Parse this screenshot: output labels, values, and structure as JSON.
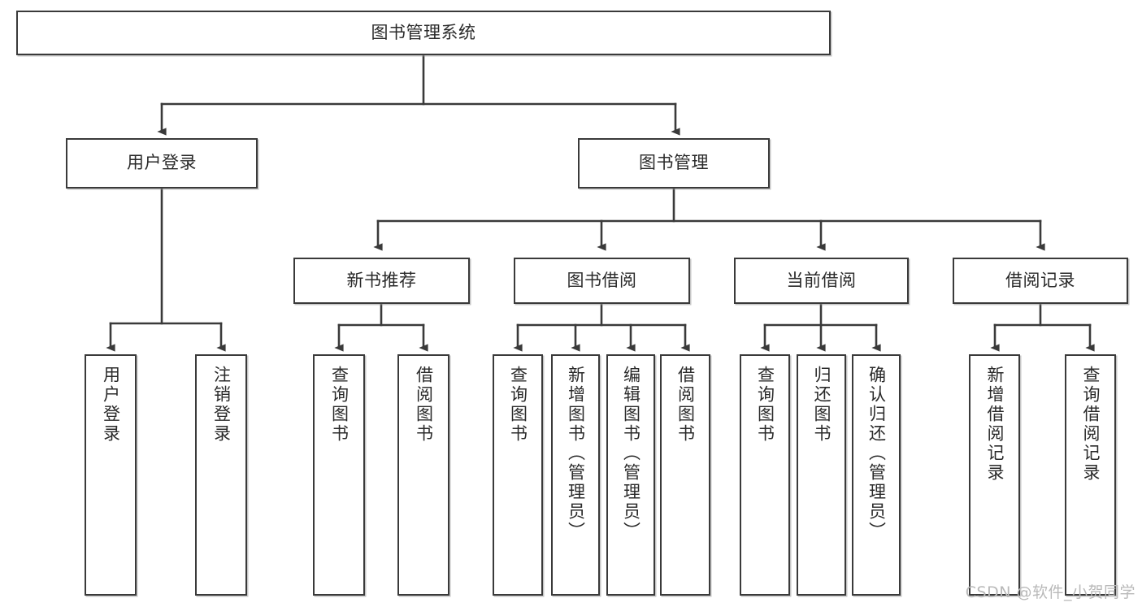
{
  "diagram": {
    "title": "图书管理系统",
    "type": "tree",
    "watermark": "CSDN @软件_小贺同学",
    "colors": {
      "box_border": "#3a3a3a",
      "box_fill": "#ffffff",
      "connector": "#3a3a3a",
      "text": "#2a2a2a",
      "watermark": "#b9b9b9"
    },
    "levels": {
      "root": {
        "label": "图书管理系统"
      },
      "level2": [
        {
          "id": "user-login",
          "label": "用户登录"
        },
        {
          "id": "book-manage",
          "label": "图书管理"
        }
      ],
      "level3": [
        {
          "id": "new-book-recommend",
          "label": "新书推荐",
          "parent": "book-manage"
        },
        {
          "id": "book-borrow",
          "label": "图书借阅",
          "parent": "book-manage"
        },
        {
          "id": "current-borrow",
          "label": "当前借阅",
          "parent": "book-manage"
        },
        {
          "id": "borrow-record",
          "label": "借阅记录",
          "parent": "book-manage"
        }
      ],
      "leaves": [
        {
          "id": "leaf-user-login",
          "label": "用户登录",
          "parent": "user-login"
        },
        {
          "id": "leaf-user-logout",
          "label": "注销登录",
          "parent": "user-login"
        },
        {
          "id": "leaf-query-book-1",
          "label": "查询图书",
          "parent": "new-book-recommend"
        },
        {
          "id": "leaf-borrow-book-1",
          "label": "借阅图书",
          "parent": "new-book-recommend"
        },
        {
          "id": "leaf-query-book-2",
          "label": "查询图书",
          "parent": "book-borrow"
        },
        {
          "id": "leaf-add-book",
          "label": "新增图书（管理员）",
          "parent": "book-borrow"
        },
        {
          "id": "leaf-edit-book",
          "label": "编辑图书（管理员）",
          "parent": "book-borrow"
        },
        {
          "id": "leaf-borrow-book-2",
          "label": "借阅图书",
          "parent": "book-borrow"
        },
        {
          "id": "leaf-query-book-3",
          "label": "查询图书",
          "parent": "current-borrow"
        },
        {
          "id": "leaf-return-book",
          "label": "归还图书",
          "parent": "current-borrow"
        },
        {
          "id": "leaf-confirm-return",
          "label": "确认归还（管理员）",
          "parent": "current-borrow"
        },
        {
          "id": "leaf-add-record",
          "label": "新增借阅记录",
          "parent": "borrow-record"
        },
        {
          "id": "leaf-query-record",
          "label": "查询借阅记录",
          "parent": "borrow-record"
        }
      ]
    }
  }
}
